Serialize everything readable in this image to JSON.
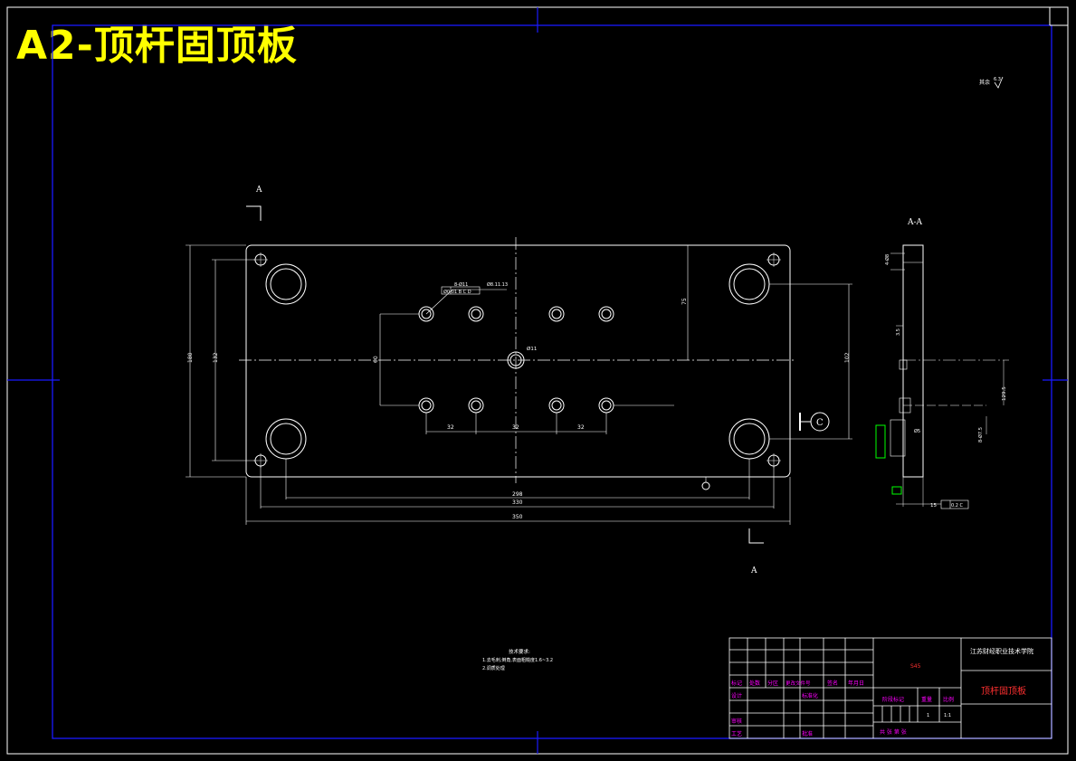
{
  "title": "A2-顶杆固顶板",
  "roughness_note": "其余",
  "roughness_value": "6.3",
  "view_labels": {
    "top_a": "A",
    "bottom_a": "A",
    "section": "A-A",
    "datum_c": "C"
  },
  "dimensions": {
    "overall_length": "350",
    "hole_span_outer": "330",
    "hole_span_inner": "298",
    "height_outer": "180",
    "height_inner": "132",
    "height_right": "102",
    "pin_row_offset": "75",
    "center_hole": "Ø11",
    "left_vertical": "60",
    "pitch_left": "32",
    "pitch_mid": "32",
    "pitch_right": "32",
    "pin_note": "8-Ø11",
    "pin_note_detail": "Ø8.11.13",
    "tolerance_frame": "Ø0.01 B C D",
    "side_thickness": "15",
    "side_dim_1": "4-Ø8",
    "side_dim_2": "3.5",
    "side_dim_3": "129.5",
    "side_dim_4": "8-Ø7.5",
    "side_dim_5": "Ø5",
    "side_tolerance": "0.2 C"
  },
  "tech_requirements": {
    "heading": "技术要求:",
    "line1": "1.去毛刺,倒角,表面粗糙度1.6~3.2",
    "line2": "2.调质处理"
  },
  "title_block": {
    "material": "S45",
    "school": "江苏财经职业技术学院",
    "part_name": "顶杆固顶板",
    "row_labels": [
      "标记",
      "处数",
      "分区",
      "更改文件号",
      "签名",
      "年月日"
    ],
    "design": "设计",
    "standardize": "标准化",
    "check": "审核",
    "process": "工艺",
    "approve": "批准",
    "stage_mark": "阶段标记",
    "weight": "重量",
    "scale": "比例",
    "weight_value": "1",
    "scale_value": "1:1",
    "sheets": "共   张 第   张"
  },
  "colors": {
    "background": "#000000",
    "lines": "#ffffff",
    "frame": "#0000ff",
    "title": "#ffff00",
    "labels_magenta": "#ff00ff",
    "labels_red": "#ff3030",
    "green": "#00ff00"
  }
}
